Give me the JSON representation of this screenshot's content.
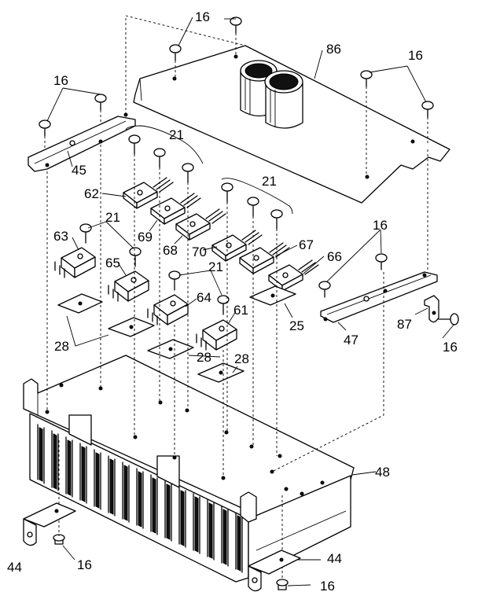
{
  "labels": {
    "l16a": "16",
    "l16b": "16",
    "l16c": "16",
    "l16d": "16",
    "l16e": "16",
    "l16f": "16",
    "l16g": "16",
    "l86": "86",
    "l45": "45",
    "l21a": "21",
    "l21b": "21",
    "l21c": "21",
    "l21d": "21",
    "l62": "62",
    "l69": "69",
    "l68": "68",
    "l70": "70",
    "l67": "67",
    "l66": "66",
    "l63": "63",
    "l65": "65",
    "l64": "64",
    "l61": "61",
    "l25": "25",
    "l28a": "28",
    "l28b": "28",
    "l28c": "28",
    "l47": "47",
    "l87": "87",
    "l48": "48",
    "l44a": "44",
    "l44b": "44"
  }
}
